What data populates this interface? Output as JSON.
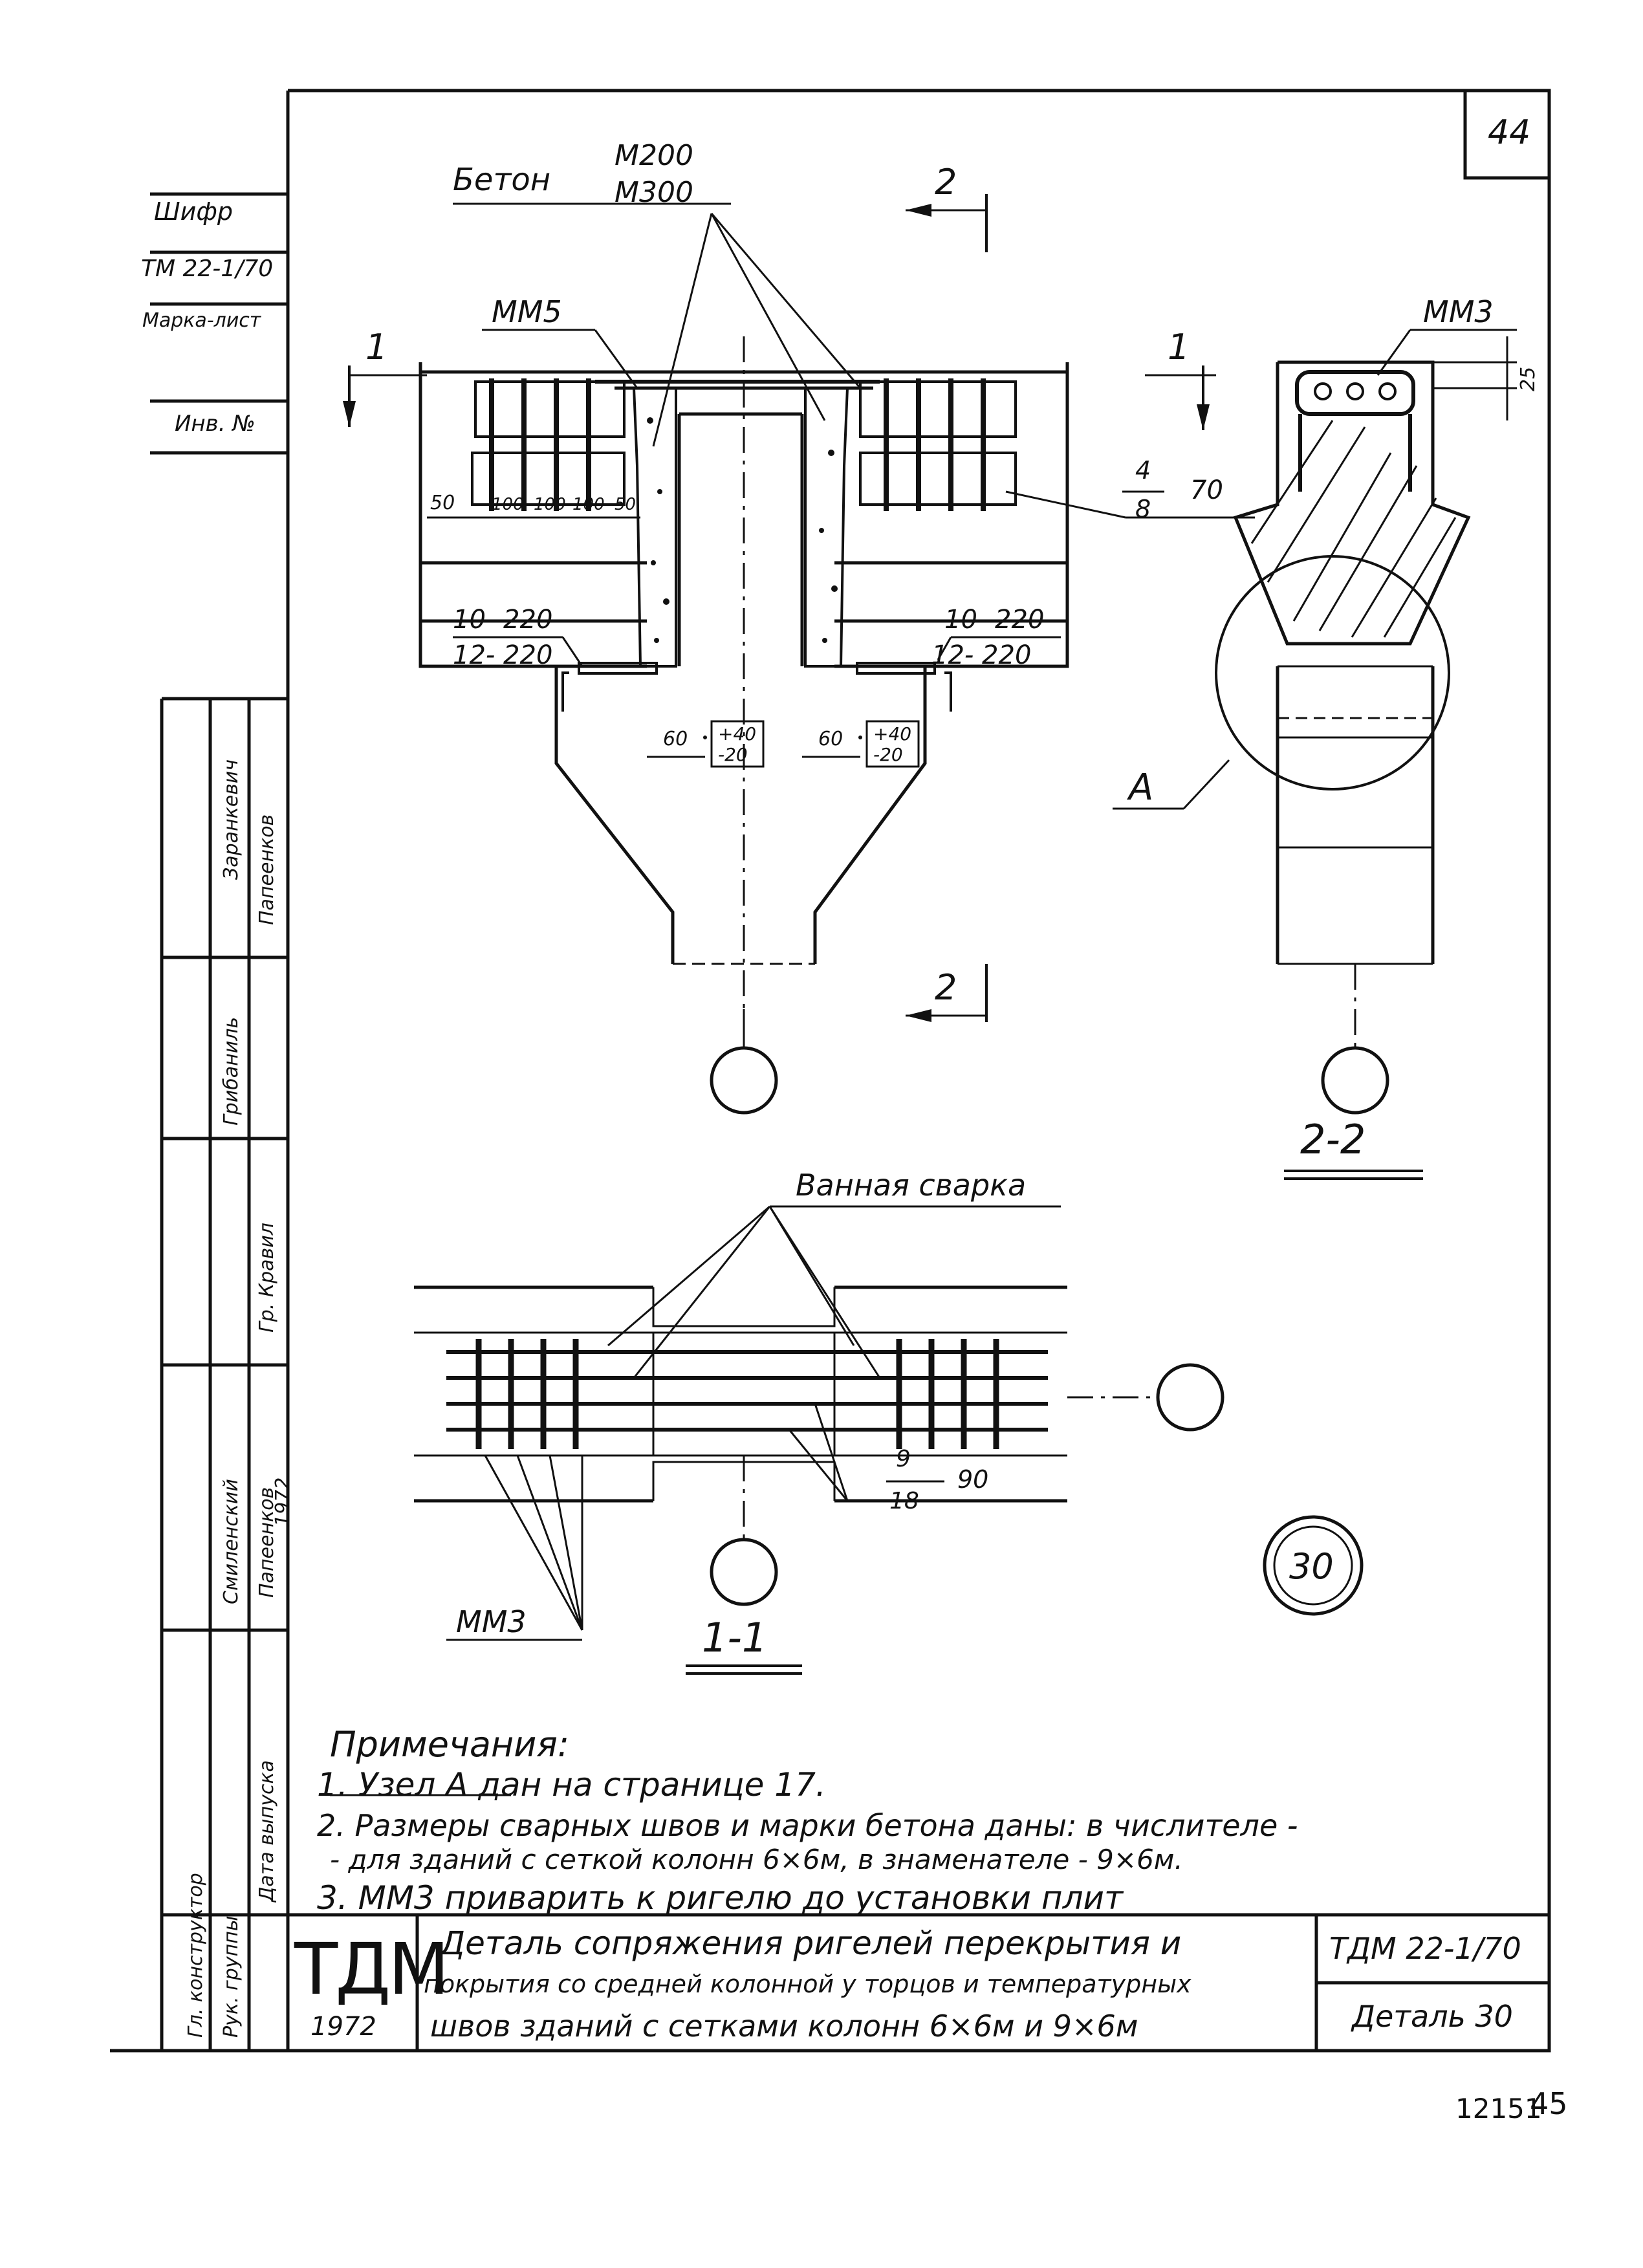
{
  "sheet": {
    "page_number": "44",
    "footer_number": "12151",
    "footer_page": "45"
  },
  "left_strip": {
    "shifr_label": "Шифр",
    "shifr_value": "ТМ 22-1/70",
    "marka_label": "Марка-лист",
    "inv_label": "Инв. №",
    "rotated": [
      {
        "text": "Заранкевич"
      },
      {
        "text": "Папеенков"
      },
      {
        "text": "Грибаниль"
      },
      {
        "text": "Гр. Кравил"
      },
      {
        "text": "Смиленский"
      },
      {
        "text": "Папеенков"
      },
      {
        "text": "1972"
      },
      {
        "text": "Дата выпуска"
      },
      {
        "text": "Рук. группы"
      },
      {
        "text": "Гл. конструктор"
      }
    ]
  },
  "labels": {
    "beton": "Бетон",
    "beton_num": "М200",
    "beton_den": "М300",
    "mm5": "ММ5",
    "mm3_top": "ММ3",
    "mm3_bottom": "ММ3",
    "sec1_left": "1",
    "sec1_right": "1",
    "sec2_top": "2",
    "sec2_bottom": "2",
    "weld_num": "4",
    "weld_den": "8",
    "weld_len": "70",
    "dim_50": "50",
    "dim_100a": "100",
    "dim_100b": "100",
    "dim_100c": "100",
    "dim_50b": "50",
    "left_weld_num": "10- 220",
    "left_weld_den": "12- 220",
    "right_weld_num": "10- 220",
    "right_weld_den": "12- 220",
    "dim_60a": "60",
    "dim_60b": "60",
    "tol_a_top": "+40",
    "tol_a_bot": "-20",
    "tol_b_top": "+40",
    "tol_b_bot": "-20",
    "dim_25": "25",
    "node_a": "А",
    "section_22": "2-2",
    "section_11": "1-1",
    "bath_weld": "Ванная сварка",
    "weld2_num": "9",
    "weld2_den": "18",
    "weld2_len": "90",
    "detail_badge": "30"
  },
  "notes": {
    "heading": "Примечания:",
    "items": [
      "1. Узел А дан на странице 17.",
      "2. Размеры сварных швов и марки бетона даны: в числителе -",
      "- для зданий с сеткой колонн 6×6м, в знаменателе - 9×6м.",
      "3. ММ3 приварить к ригелю до установки плит"
    ]
  },
  "title_block": {
    "logo": "ТДМ",
    "year": "1972",
    "title_lines": [
      "Деталь сопряжения ригелей перекрытия и",
      "покрытия со средней колонной у торцов и температурных",
      "швов зданий с сетками колонн 6×6м и 9×6м"
    ],
    "code": "ТДМ 22-1/70",
    "detail": "Деталь 30"
  }
}
